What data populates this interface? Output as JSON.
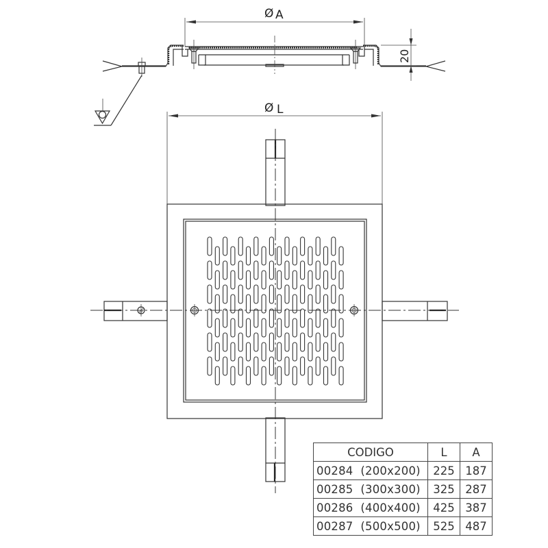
{
  "drawing": {
    "section_view": {
      "dimension_label_A": "ØA",
      "dimension_symbol": "Ø",
      "dimension_letter_A": "A",
      "height_dimension": "20"
    },
    "plan_view": {
      "dimension_symbol": "Ø",
      "dimension_letter_L": "L",
      "slot_columns": 18,
      "slots_per_column": 6
    },
    "weld_symbol": "welding-triangle-circle"
  },
  "table": {
    "headers": {
      "code": "CODIGO",
      "l": "L",
      "a": "A"
    },
    "rows": [
      {
        "code": "00284  (200x200)",
        "l": "225",
        "a": "187"
      },
      {
        "code": "00285  (300x300)",
        "l": "325",
        "a": "287"
      },
      {
        "code": "00286  (400x400)",
        "l": "425",
        "a": "387"
      },
      {
        "code": "00287  (500x500)",
        "l": "525",
        "a": "487"
      }
    ]
  },
  "colors": {
    "line": "#333333",
    "background": "#ffffff",
    "text": "#222222"
  }
}
